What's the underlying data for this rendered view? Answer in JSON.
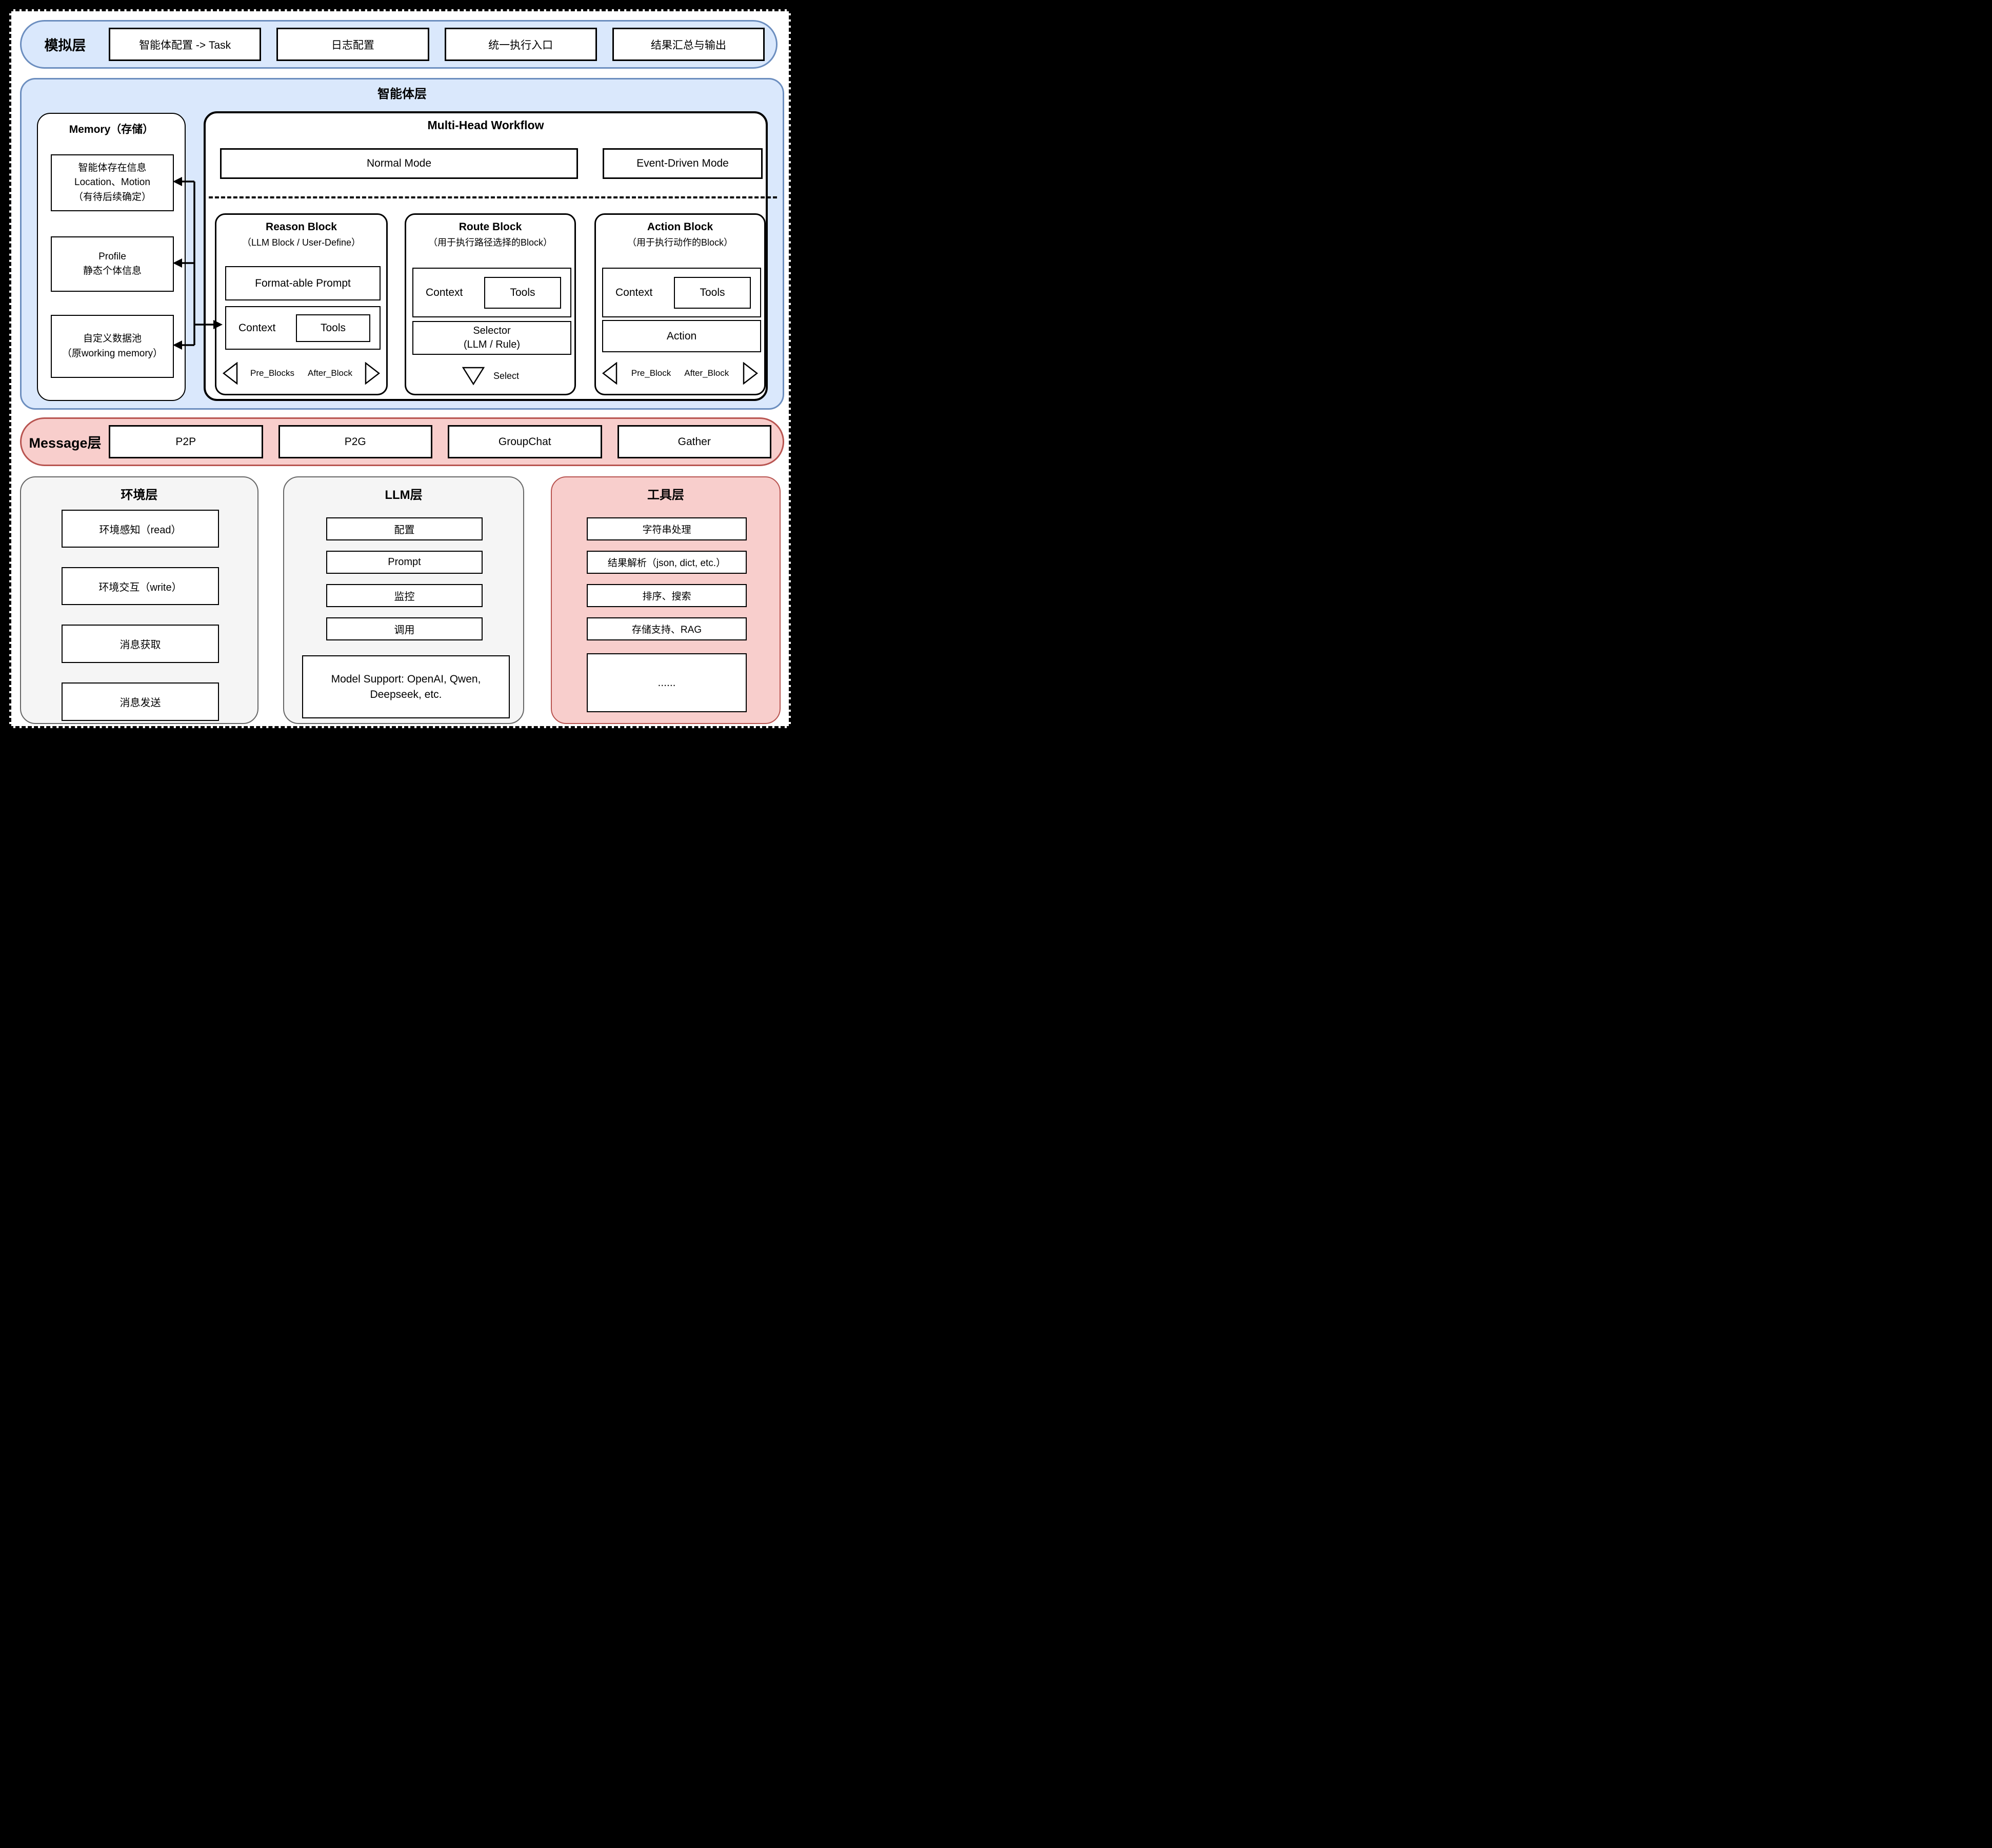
{
  "colors": {
    "blue_fill": "#dae8fc",
    "blue_border": "#6c8ebf",
    "pink_fill": "#f8cecc",
    "pink_border": "#b85450",
    "gray_fill": "#f5f5f5",
    "gray_border": "#666666",
    "box_border": "#000000",
    "page_bg": "#ffffff"
  },
  "simulation": {
    "label": "模拟层",
    "boxes": [
      "智能体配置 -> Task",
      "日志配置",
      "统一执行入口",
      "结果汇总与输出"
    ]
  },
  "agent": {
    "title": "智能体层",
    "memory": {
      "title": "Memory（存储）",
      "items": [
        "智能体存在信息\nLocation、Motion\n（有待后续确定）",
        "Profile\n静态个体信息",
        "自定义数据池\n（原working memory）"
      ]
    },
    "workflow": {
      "title": "Multi-Head Workflow",
      "modes": {
        "normal": "Normal Mode",
        "event": "Event-Driven Mode"
      },
      "reason": {
        "title": "Reason Block",
        "subtitle": "（LLM Block / User-Define）",
        "prompt": "Format-able Prompt",
        "context": "Context",
        "tools": "Tools",
        "pre": "Pre_Blocks",
        "after": "After_Block"
      },
      "route": {
        "title": "Route Block",
        "subtitle": "（用于执行路径选择的Block）",
        "context": "Context",
        "tools": "Tools",
        "selector": "Selector\n(LLM / Rule)",
        "select": "Select"
      },
      "action": {
        "title": "Action Block",
        "subtitle": "（用于执行动作的Block）",
        "context": "Context",
        "tools": "Tools",
        "action": "Action",
        "pre": "Pre_Block",
        "after": "After_Block"
      }
    }
  },
  "message": {
    "label": "Message层",
    "boxes": [
      "P2P",
      "P2G",
      "GroupChat",
      "Gather"
    ]
  },
  "environment": {
    "title": "环境层",
    "boxes": [
      "环境感知（read）",
      "环境交互（write）",
      "消息获取",
      "消息发送"
    ]
  },
  "llm": {
    "title": "LLM层",
    "boxes": [
      "配置",
      "Prompt",
      "监控",
      "调用"
    ],
    "model_support": "Model Support: OpenAI, Qwen,\nDeepseek, etc."
  },
  "tools": {
    "title": "工具层",
    "boxes": [
      "字符串处理",
      "结果解析（json, dict, etc.）",
      "排序、搜索",
      "存储支持、RAG",
      "......"
    ]
  }
}
